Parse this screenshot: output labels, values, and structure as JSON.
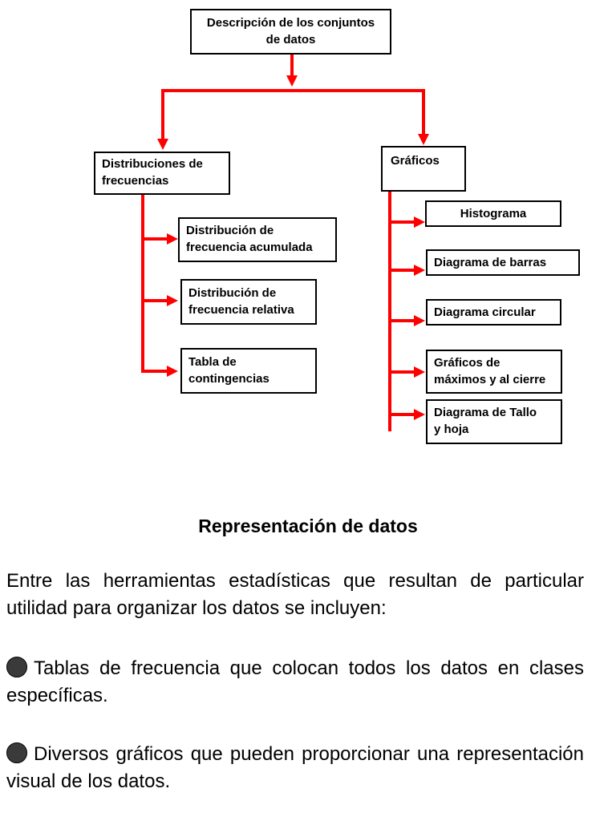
{
  "diagram": {
    "root": [
      "Descripción de los conjuntos",
      "de datos"
    ],
    "left_branch": {
      "title": [
        "Distribuciones de",
        "frecuencias"
      ],
      "children": [
        [
          "Distribución de",
          "frecuencia acumulada"
        ],
        [
          "Distribución de",
          "frecuencia relativa"
        ],
        [
          "Tabla de",
          "contingencias"
        ]
      ]
    },
    "right_branch": {
      "title": [
        "Gráficos"
      ],
      "children": [
        [
          "Histograma"
        ],
        [
          "Diagrama de barras"
        ],
        [
          "Diagrama circular"
        ],
        [
          "Gráficos de",
          "máximos y al cierre"
        ],
        [
          "Diagrama de Tallo",
          "y hoja"
        ]
      ]
    },
    "arrow_color": "#ff0000"
  },
  "section_title": "Representación de datos",
  "intro": "Entre las herramientas estadísticas que resultan de particular utilidad para organizar los datos se incluyen:",
  "bullets": [
    "Tablas de frecuencia que colocan todos los datos en clases específicas.",
    "Diversos gráficos que pueden proporcionar una representación visual de los datos."
  ]
}
